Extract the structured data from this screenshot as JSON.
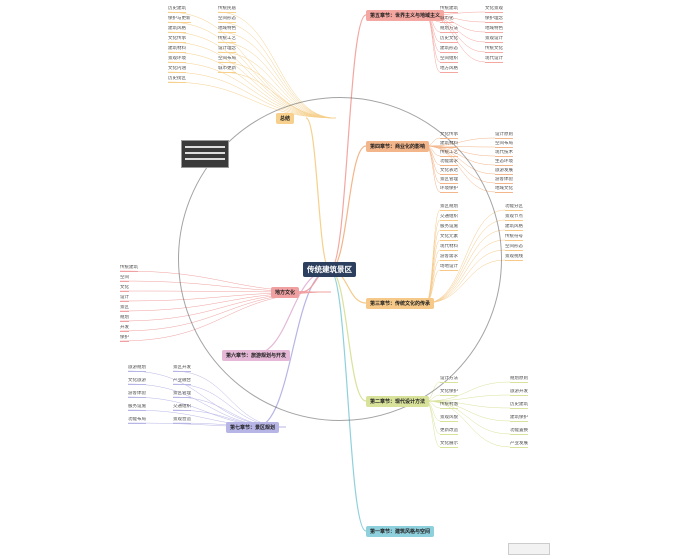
{
  "root": {
    "label": "传统建筑景区"
  },
  "branches": [
    {
      "label": "第五章节：世界主义与地域主义",
      "color": "#f4a6a0"
    },
    {
      "label": "第四章节：商业化的影响",
      "color": "#f3b58a"
    },
    {
      "label": "第三章节：传统文化的传承",
      "color": "#f6c988"
    },
    {
      "label": "第二章节：现代设计方法",
      "color": "#d9e29a"
    },
    {
      "label": "第一章节：建筑风格与空间",
      "color": "#8fd0dd"
    },
    {
      "label": "第六章节：旅游规划与开发",
      "color": "#e4b8d6"
    },
    {
      "label": "总结",
      "color": "#f6d08c"
    },
    {
      "label": "第七章节：景区规划",
      "color": "#b7b5e6"
    },
    {
      "label": "地方文化",
      "color": "#f0a0a0"
    }
  ],
  "leaves": {
    "tr": [
      "传统建筑",
      "文化景观",
      "城市化",
      "保护理念",
      "规划方法",
      "地域特色",
      "历史文化",
      "景观设计",
      "建筑形态",
      "传统文化",
      "空间组织",
      "现代设计",
      "地方风格"
    ],
    "mr": [
      "文化传承",
      "设计原则",
      "建筑材料",
      "空间布局",
      "传统工艺",
      "现代技术",
      "功能需求",
      "生态环境",
      "文化表达",
      "旅游发展",
      "景区管理",
      "游客体验",
      "环境保护",
      "地域文化"
    ],
    "rr": [
      "景区规划",
      "功能分区",
      "交通组织",
      "景观节点",
      "服务设施",
      "建筑风格",
      "文化元素",
      "传统符号",
      "现代材料",
      "空间形态",
      "游客需求",
      "景观视线",
      "场地设计"
    ],
    "br": [
      "设计方法",
      "规划原则",
      "文化保护",
      "旅游开发",
      "传统村落",
      "历史建筑",
      "景观风貌",
      "建筑保护",
      "更新改造",
      "功能置换",
      "文化展示",
      "产业发展"
    ],
    "tl": [
      "历史建筑",
      "传统民居",
      "保护与更新",
      "空间形态",
      "建筑风格",
      "地域特色",
      "文化传承",
      "传统工艺",
      "建筑材料",
      "设计理念",
      "景观环境",
      "空间布局",
      "文化内涵",
      "城市更新",
      "历史街区"
    ],
    "ml": [
      "传统建筑",
      "空间",
      "文化",
      "设计",
      "景区",
      "规划",
      "开发",
      "保护"
    ],
    "bl": [
      "旅游规划",
      "景区开发",
      "文化旅游",
      "产业融合",
      "游客体验",
      "景区管理",
      "服务设施",
      "交通组织",
      "功能布局",
      "景观营造"
    ]
  }
}
